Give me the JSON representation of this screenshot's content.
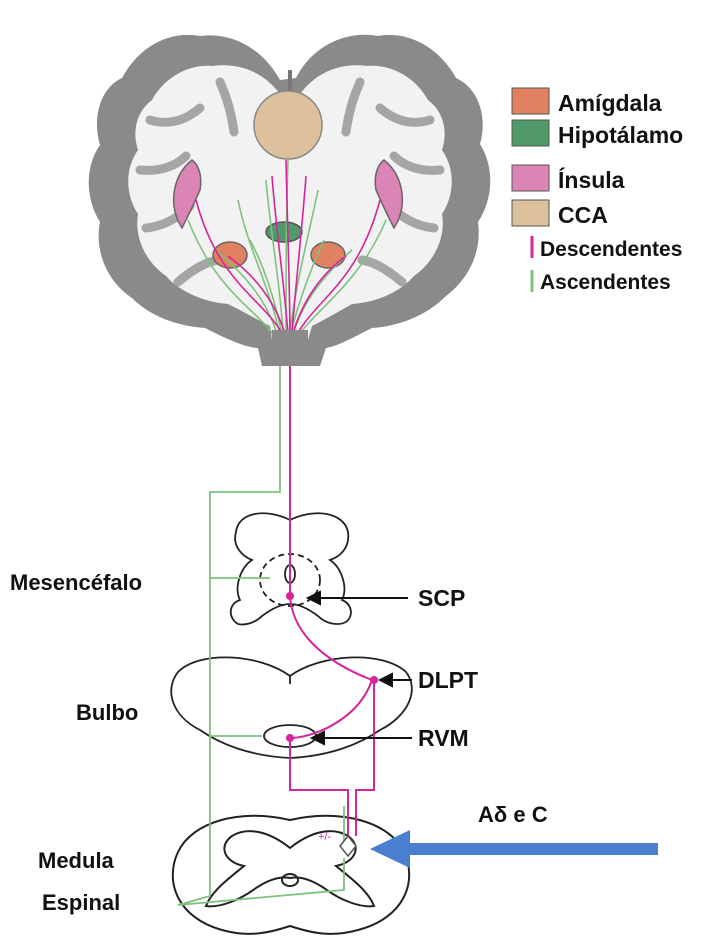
{
  "legend": {
    "items": [
      {
        "label": "Amígdala",
        "color": "#e0825f",
        "kind": "swatch"
      },
      {
        "label": "Hipotálamo",
        "color": "#4f9a68",
        "kind": "swatch"
      },
      {
        "label": "Ínsula",
        "color": "#db84b6",
        "kind": "swatch"
      },
      {
        "label": "CCA",
        "color": "#ddc19c",
        "kind": "swatch"
      },
      {
        "label": "Descendentes",
        "color": "#d6249a",
        "kind": "line"
      },
      {
        "label": "Ascendentes",
        "color": "#7ec27e",
        "kind": "line"
      }
    ]
  },
  "regions": {
    "mesencefalo": "Mesencéfalo",
    "bulbo": "Bulbo",
    "medula_line1": "Medula",
    "medula_line2": "Espinal"
  },
  "structures": {
    "scp": "SCP",
    "dlpt": "DLPT",
    "rvm": "RVM"
  },
  "input_fibers": {
    "label": "Aδ e C",
    "arrow_color": "#4a7fcf"
  },
  "markers": {
    "plus_minus": "+/-"
  },
  "colors": {
    "descending": "#d6249a",
    "ascending": "#7ec27e",
    "cortex_dark": "#8a8a8a",
    "white_matter": "#f2f2f2"
  }
}
